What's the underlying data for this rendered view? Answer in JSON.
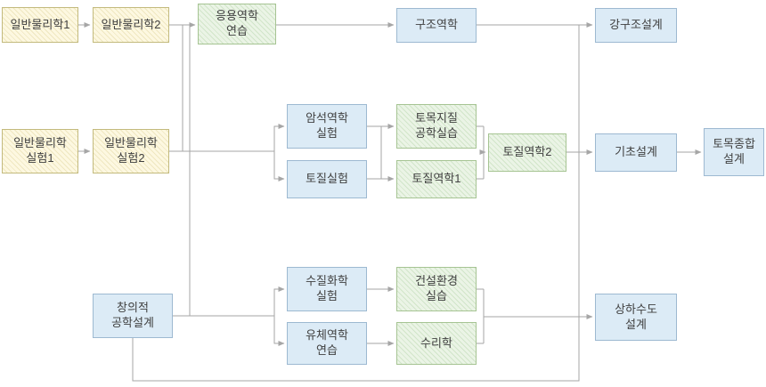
{
  "diagram": {
    "title": "civil-engineering-curriculum-flowchart",
    "colors": {
      "prereq_yellow_bg": "#fdf8e1",
      "prereq_yellow_border": "#c3ba7d",
      "core_green_bg": "#ebf4e6",
      "core_green_border": "#a6c493",
      "course_blue_bg": "#dcebf6",
      "course_blue_border": "#9db9d1",
      "connector_line": "#a6a6a6",
      "text": "#404040"
    },
    "nodes": {
      "genphys1": {
        "label": "일반물리학1",
        "type": "prereq-yellow"
      },
      "genphys2": {
        "label": "일반물리학2",
        "type": "prereq-yellow"
      },
      "applied_mech": {
        "label": "응용역학\n연습",
        "type": "core-green"
      },
      "struct_mech": {
        "label": "구조역학",
        "type": "course-blue"
      },
      "steel_design": {
        "label": "강구조설계",
        "type": "course-blue"
      },
      "physlab1": {
        "label": "일반물리학\n실험1",
        "type": "prereq-yellow"
      },
      "physlab2": {
        "label": "일반물리학\n실험2",
        "type": "prereq-yellow"
      },
      "rock_lab": {
        "label": "암석역학\n실험",
        "type": "course-blue"
      },
      "soil_lab": {
        "label": "토질실험",
        "type": "course-blue"
      },
      "geo_practice": {
        "label": "토목지질\n공학실습",
        "type": "core-green"
      },
      "soilmech1": {
        "label": "토질역학1",
        "type": "core-green"
      },
      "soilmech2": {
        "label": "토질역학2",
        "type": "core-green"
      },
      "foundation_design": {
        "label": "기초설계",
        "type": "course-blue"
      },
      "capstone": {
        "label": "토목종합\n설계",
        "type": "course-blue"
      },
      "creative_design": {
        "label": "창의적\n공학설계",
        "type": "course-blue"
      },
      "waterchem_lab": {
        "label": "수질화학\n실험",
        "type": "course-blue"
      },
      "fluid_practice": {
        "label": "유체역학\n연습",
        "type": "course-blue"
      },
      "env_practice": {
        "label": "건설환경\n실습",
        "type": "core-green"
      },
      "hydraulics": {
        "label": "수리학",
        "type": "core-green"
      },
      "watersupply_design": {
        "label": "상하수도\n설계",
        "type": "course-blue"
      }
    },
    "edges": [
      {
        "from": "genphys1",
        "to": "genphys2"
      },
      {
        "from": "genphys2",
        "to": "applied_mech"
      },
      {
        "from": "applied_mech",
        "to": "struct_mech"
      },
      {
        "from": "struct_mech",
        "to": "steel_design"
      },
      {
        "from": "physlab1",
        "to": "physlab2"
      },
      {
        "from": "physlab2",
        "to": "rock_lab"
      },
      {
        "from": "physlab2",
        "to": "soil_lab"
      },
      {
        "from": "genphys2",
        "to": "rock_lab"
      },
      {
        "from": "genphys2",
        "to": "soil_lab"
      },
      {
        "from": "genphys2",
        "to": "waterchem_lab"
      },
      {
        "from": "genphys2",
        "to": "fluid_practice"
      },
      {
        "from": "rock_lab",
        "to": "geo_practice"
      },
      {
        "from": "soil_lab",
        "to": "soilmech1"
      },
      {
        "from": "geo_practice",
        "to": "soilmech2"
      },
      {
        "from": "soilmech1",
        "to": "soilmech2"
      },
      {
        "from": "soilmech2",
        "to": "foundation_design"
      },
      {
        "from": "foundation_design",
        "to": "capstone"
      },
      {
        "from": "creative_design",
        "to": "waterchem_lab"
      },
      {
        "from": "creative_design",
        "to": "fluid_practice"
      },
      {
        "from": "waterchem_lab",
        "to": "env_practice"
      },
      {
        "from": "fluid_practice",
        "to": "hydraulics"
      },
      {
        "from": "env_practice",
        "to": "watersupply_design"
      },
      {
        "from": "hydraulics",
        "to": "watersupply_design"
      },
      {
        "from": "creative_design",
        "to": "steel_design"
      },
      {
        "from": "creative_design",
        "to": "foundation_design"
      },
      {
        "from": "creative_design",
        "to": "watersupply_design"
      }
    ]
  }
}
